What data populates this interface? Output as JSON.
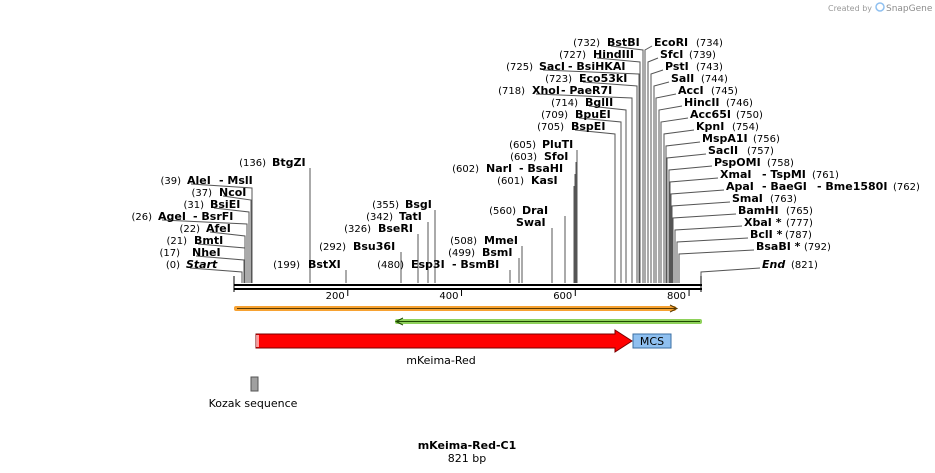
{
  "credit": {
    "prefix": "Created by",
    "brand": "SnapGene"
  },
  "sequence": {
    "length": 821
  },
  "ruler": {
    "ticks": [
      200,
      400,
      600,
      800
    ]
  },
  "sites": [
    {
      "pos": "(0)",
      "name": "Start",
      "italic": true
    },
    {
      "pos": "(17)",
      "name": "NheI"
    },
    {
      "pos": "(21)",
      "name": "BmtI"
    },
    {
      "pos": "(22)",
      "name": "AfeI"
    },
    {
      "pos": "(26)",
      "name": "AgeI",
      "alt": "- BsrFI"
    },
    {
      "pos": "(31)",
      "name": "BsiEI"
    },
    {
      "pos": "(37)",
      "name": "NcoI"
    },
    {
      "pos": "(39)",
      "name": "AleI",
      "alt": "- MslI"
    },
    {
      "pos": "(136)",
      "name": "BtgZI"
    },
    {
      "pos": "(199)",
      "name": "BstXI"
    },
    {
      "pos": "(292)",
      "name": "Bsu36I"
    },
    {
      "pos": "(326)",
      "name": "BseRI"
    },
    {
      "pos": "(342)",
      "name": "TatI"
    },
    {
      "pos": "(355)",
      "name": "BsgI"
    },
    {
      "pos": "(480)",
      "name": "Esp3I",
      "alt": "- BsmBI"
    },
    {
      "pos": "(499)",
      "name": "BsmI"
    },
    {
      "pos": "(508)",
      "name": "MmeI"
    },
    {
      "pos": "",
      "name": "SwaI"
    },
    {
      "pos": "(560)",
      "name": "DraI"
    },
    {
      "pos": "(601)",
      "name": "KasI"
    },
    {
      "pos": "(602)",
      "name": "NarI",
      "alt": "- BsaHI"
    },
    {
      "pos": "(603)",
      "name": "SfoI"
    },
    {
      "pos": "(605)",
      "name": "PluTI"
    },
    {
      "pos": "(705)",
      "name": "BspEI"
    },
    {
      "pos": "(709)",
      "name": "BpuEI"
    },
    {
      "pos": "(714)",
      "name": "BglII"
    },
    {
      "pos": "(718)",
      "name": "XhoI",
      "alt": "- PaeR7I"
    },
    {
      "pos": "(723)",
      "name": "Eco53kI"
    },
    {
      "pos": "(725)",
      "name": "SacI",
      "alt": "- BsiHKAI"
    },
    {
      "pos": "(727)",
      "name": "HindIII"
    },
    {
      "pos": "(732)",
      "name": "BstBI"
    },
    {
      "pos": "(734)",
      "name": "EcoRI"
    },
    {
      "pos": "(739)",
      "name": "SfcI"
    },
    {
      "pos": "(743)",
      "name": "PstI"
    },
    {
      "pos": "(744)",
      "name": "SalI"
    },
    {
      "pos": "(745)",
      "name": "AccI"
    },
    {
      "pos": "(746)",
      "name": "HincII"
    },
    {
      "pos": "(750)",
      "name": "Acc65I"
    },
    {
      "pos": "(754)",
      "name": "KpnI"
    },
    {
      "pos": "(756)",
      "name": "MspA1I"
    },
    {
      "pos": "(757)",
      "name": "SacII"
    },
    {
      "pos": "(758)",
      "name": "PspOMI"
    },
    {
      "pos": "(761)",
      "name": "XmaI",
      "alt": "- TspMI"
    },
    {
      "pos": "(762)",
      "name": "ApaI",
      "alt": "- BaeGI",
      "alt2": "- Bme1580I"
    },
    {
      "pos": "(763)",
      "name": "SmaI"
    },
    {
      "pos": "(765)",
      "name": "BamHI"
    },
    {
      "pos": "(777)",
      "name": "XbaI *"
    },
    {
      "pos": "(787)",
      "name": "BclI *"
    },
    {
      "pos": "(792)",
      "name": "BsaBI *"
    },
    {
      "pos": "(821)",
      "name": "End",
      "italic": true
    }
  ],
  "features": {
    "mkeima": {
      "label": "mKeima-Red",
      "color": "#ff0000"
    },
    "mcs": {
      "label": "MCS",
      "color": "#8fc0f0"
    },
    "kozak": {
      "label": "Kozak sequence",
      "color": "#a0a0a0"
    },
    "orf_forward": {
      "color": "#f7a232"
    },
    "orf_reverse": {
      "color": "#8ed15a"
    }
  },
  "title": {
    "name": "mKeima-Red-C1",
    "length_label": "821 bp"
  }
}
